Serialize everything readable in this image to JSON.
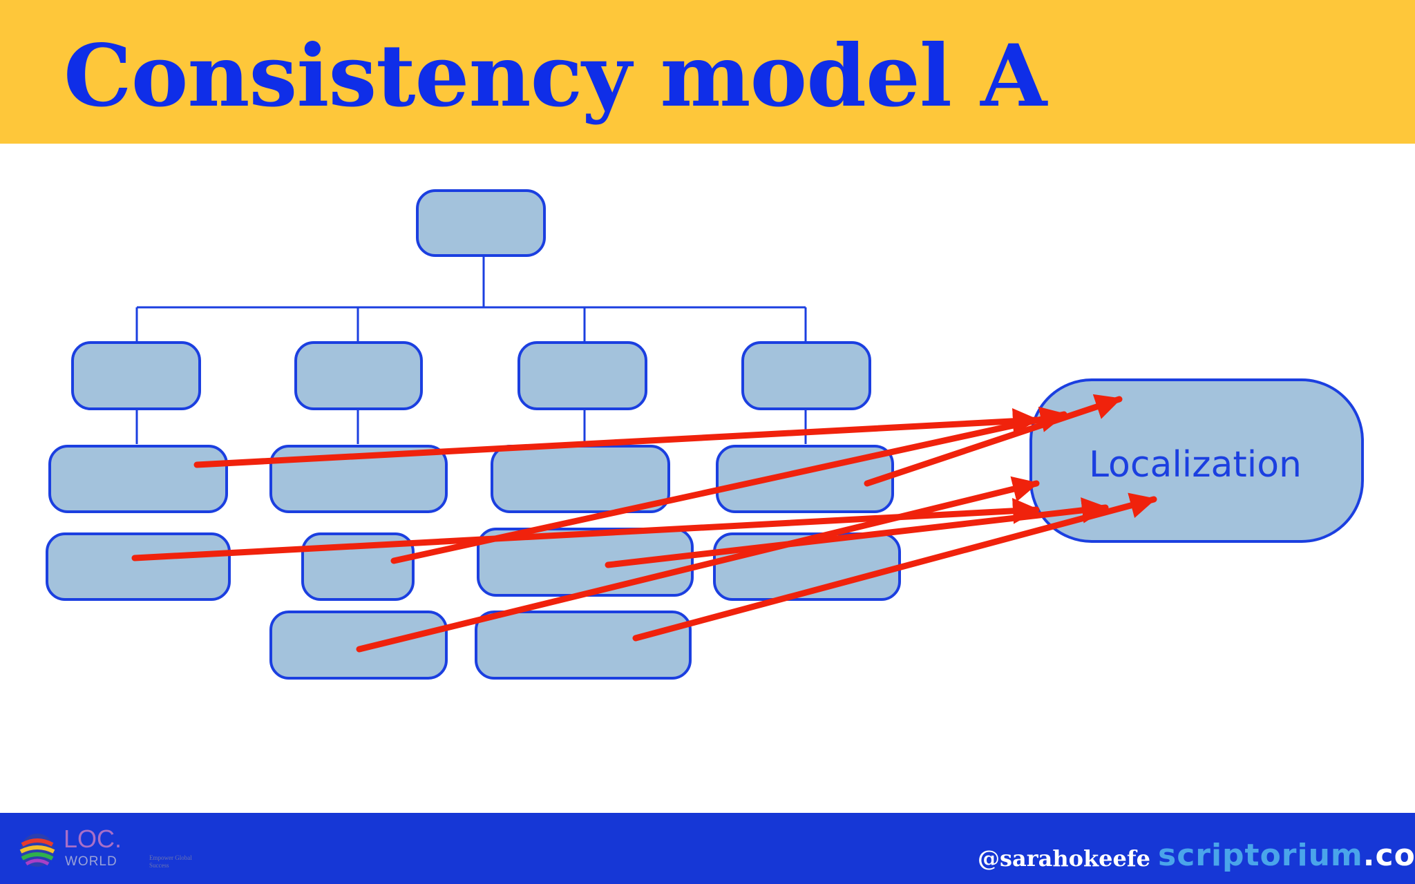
{
  "slide": {
    "title": "Consistency model A"
  },
  "diagram": {
    "target_label": "Localization",
    "colors": {
      "box_fill": "#a3c2dc",
      "box_stroke": "#1b3fe0",
      "arrow": "#f0220c",
      "label": "#1b3fe0"
    }
  },
  "footer": {
    "logo": {
      "top_text": "LOC.",
      "bottom_text": "WORLD",
      "tagline": "Empower Global Success"
    },
    "handle": "@sarahokeefe",
    "brand_main": "scriptorium",
    "brand_tld": ".com"
  },
  "colors": {
    "header_bg": "#fec73a",
    "title": "#0f2ee8",
    "footer_bg": "#1637d6",
    "brand_accent": "#4aa5ea"
  }
}
